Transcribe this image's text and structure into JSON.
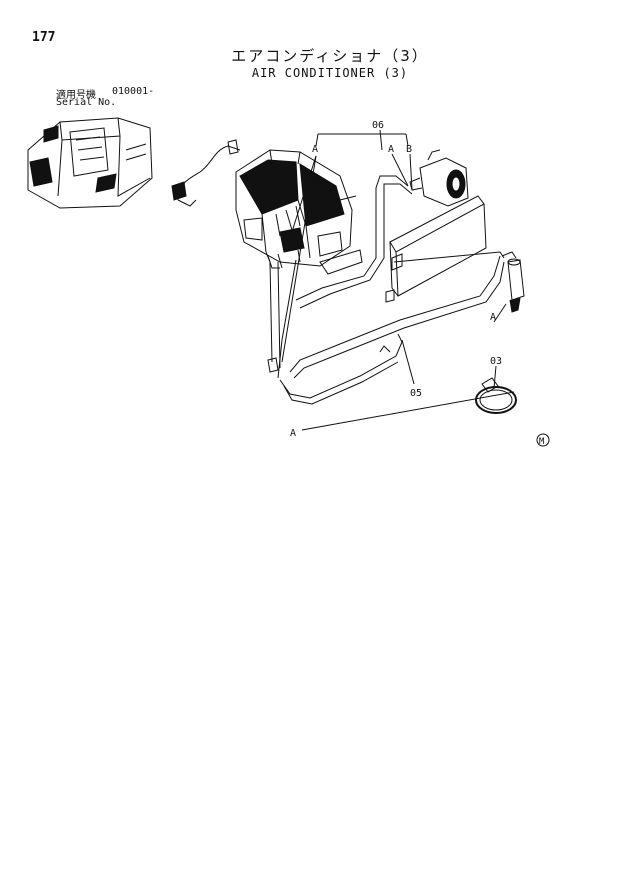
{
  "header": {
    "page_number": "177",
    "title_jp": "エアコンディショナ（3）",
    "title_en": "AIR CONDITIONER (3)",
    "serial_label_jp": "適用号機",
    "serial_range": "010001-",
    "serial_label_en": "Serial No."
  },
  "callouts": {
    "part_06": "06",
    "part_05": "05",
    "part_03": "03",
    "ref_a_1": "A",
    "ref_a_2": "A",
    "ref_b": "B",
    "ref_a_3": "A",
    "ref_a_4": "A",
    "mark_m": "M"
  }
}
